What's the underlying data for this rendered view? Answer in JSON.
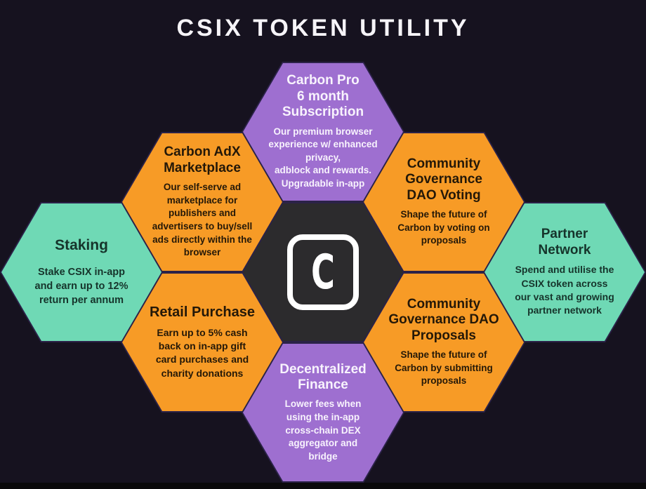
{
  "title": "CSIX TOKEN UTILITY",
  "colors": {
    "bg": "#16121f",
    "purple": "#9e6fd0",
    "orange": "#f79b26",
    "teal": "#6fd9b5",
    "center": "#2c2b2d",
    "hex_border": "#2b2248",
    "bottom_bar": "#0a090b",
    "text_light": "#f8f3fd",
    "text_orange": "#241808",
    "text_teal": "#16342b",
    "title_color": "#f6f4f8"
  },
  "center_logo": {
    "name": "carbon-browser-logo",
    "letter": "C"
  },
  "hexagons": [
    {
      "id": "carbon-pro-subscription",
      "color": "purple",
      "position": "top",
      "title": "Carbon Pro\n6 month\nSubscription",
      "body": "Our premium browser\nexperience w/ enhanced\nprivacy,\nadblock and rewards.\nUpgradable in-app"
    },
    {
      "id": "carbon-adx-marketplace",
      "color": "orange",
      "position": "upper-left",
      "title": "Carbon AdX\nMarketplace",
      "body": "Our self-serve ad\nmarketplace for\npublishers and\nadvertisers to buy/sell\nads directly within the\nbrowser"
    },
    {
      "id": "community-governance-dao-voting",
      "color": "orange",
      "position": "upper-right",
      "title": "Community\nGovernance\nDAO Voting",
      "body": "Shape the future of\nCarbon by voting on\nproposals"
    },
    {
      "id": "staking",
      "color": "teal",
      "position": "left",
      "title": "Staking",
      "body": "Stake CSIX in-app\nand earn up to 12%\nreturn per annum"
    },
    {
      "id": "partner-network",
      "color": "teal",
      "position": "right",
      "title": "Partner\nNetwork",
      "body": "Spend and utilise the\nCSIX token across\nour vast and growing\npartner network"
    },
    {
      "id": "retail-purchase",
      "color": "orange",
      "position": "lower-left",
      "title": "Retail Purchase",
      "body": "Earn up to 5% cash\nback on in-app gift\ncard purchases and\ncharity donations"
    },
    {
      "id": "community-governance-dao-proposals",
      "color": "orange",
      "position": "lower-right",
      "title": "Community\nGovernance DAO\nProposals",
      "body": "Shape the future of\nCarbon by submitting\nproposals"
    },
    {
      "id": "decentralized-finance",
      "color": "purple",
      "position": "bottom",
      "title": "Decentralized\nFinance",
      "body": "Lower fees when\nusing the in-app\ncross-chain DEX\naggregator and\nbridge"
    }
  ]
}
